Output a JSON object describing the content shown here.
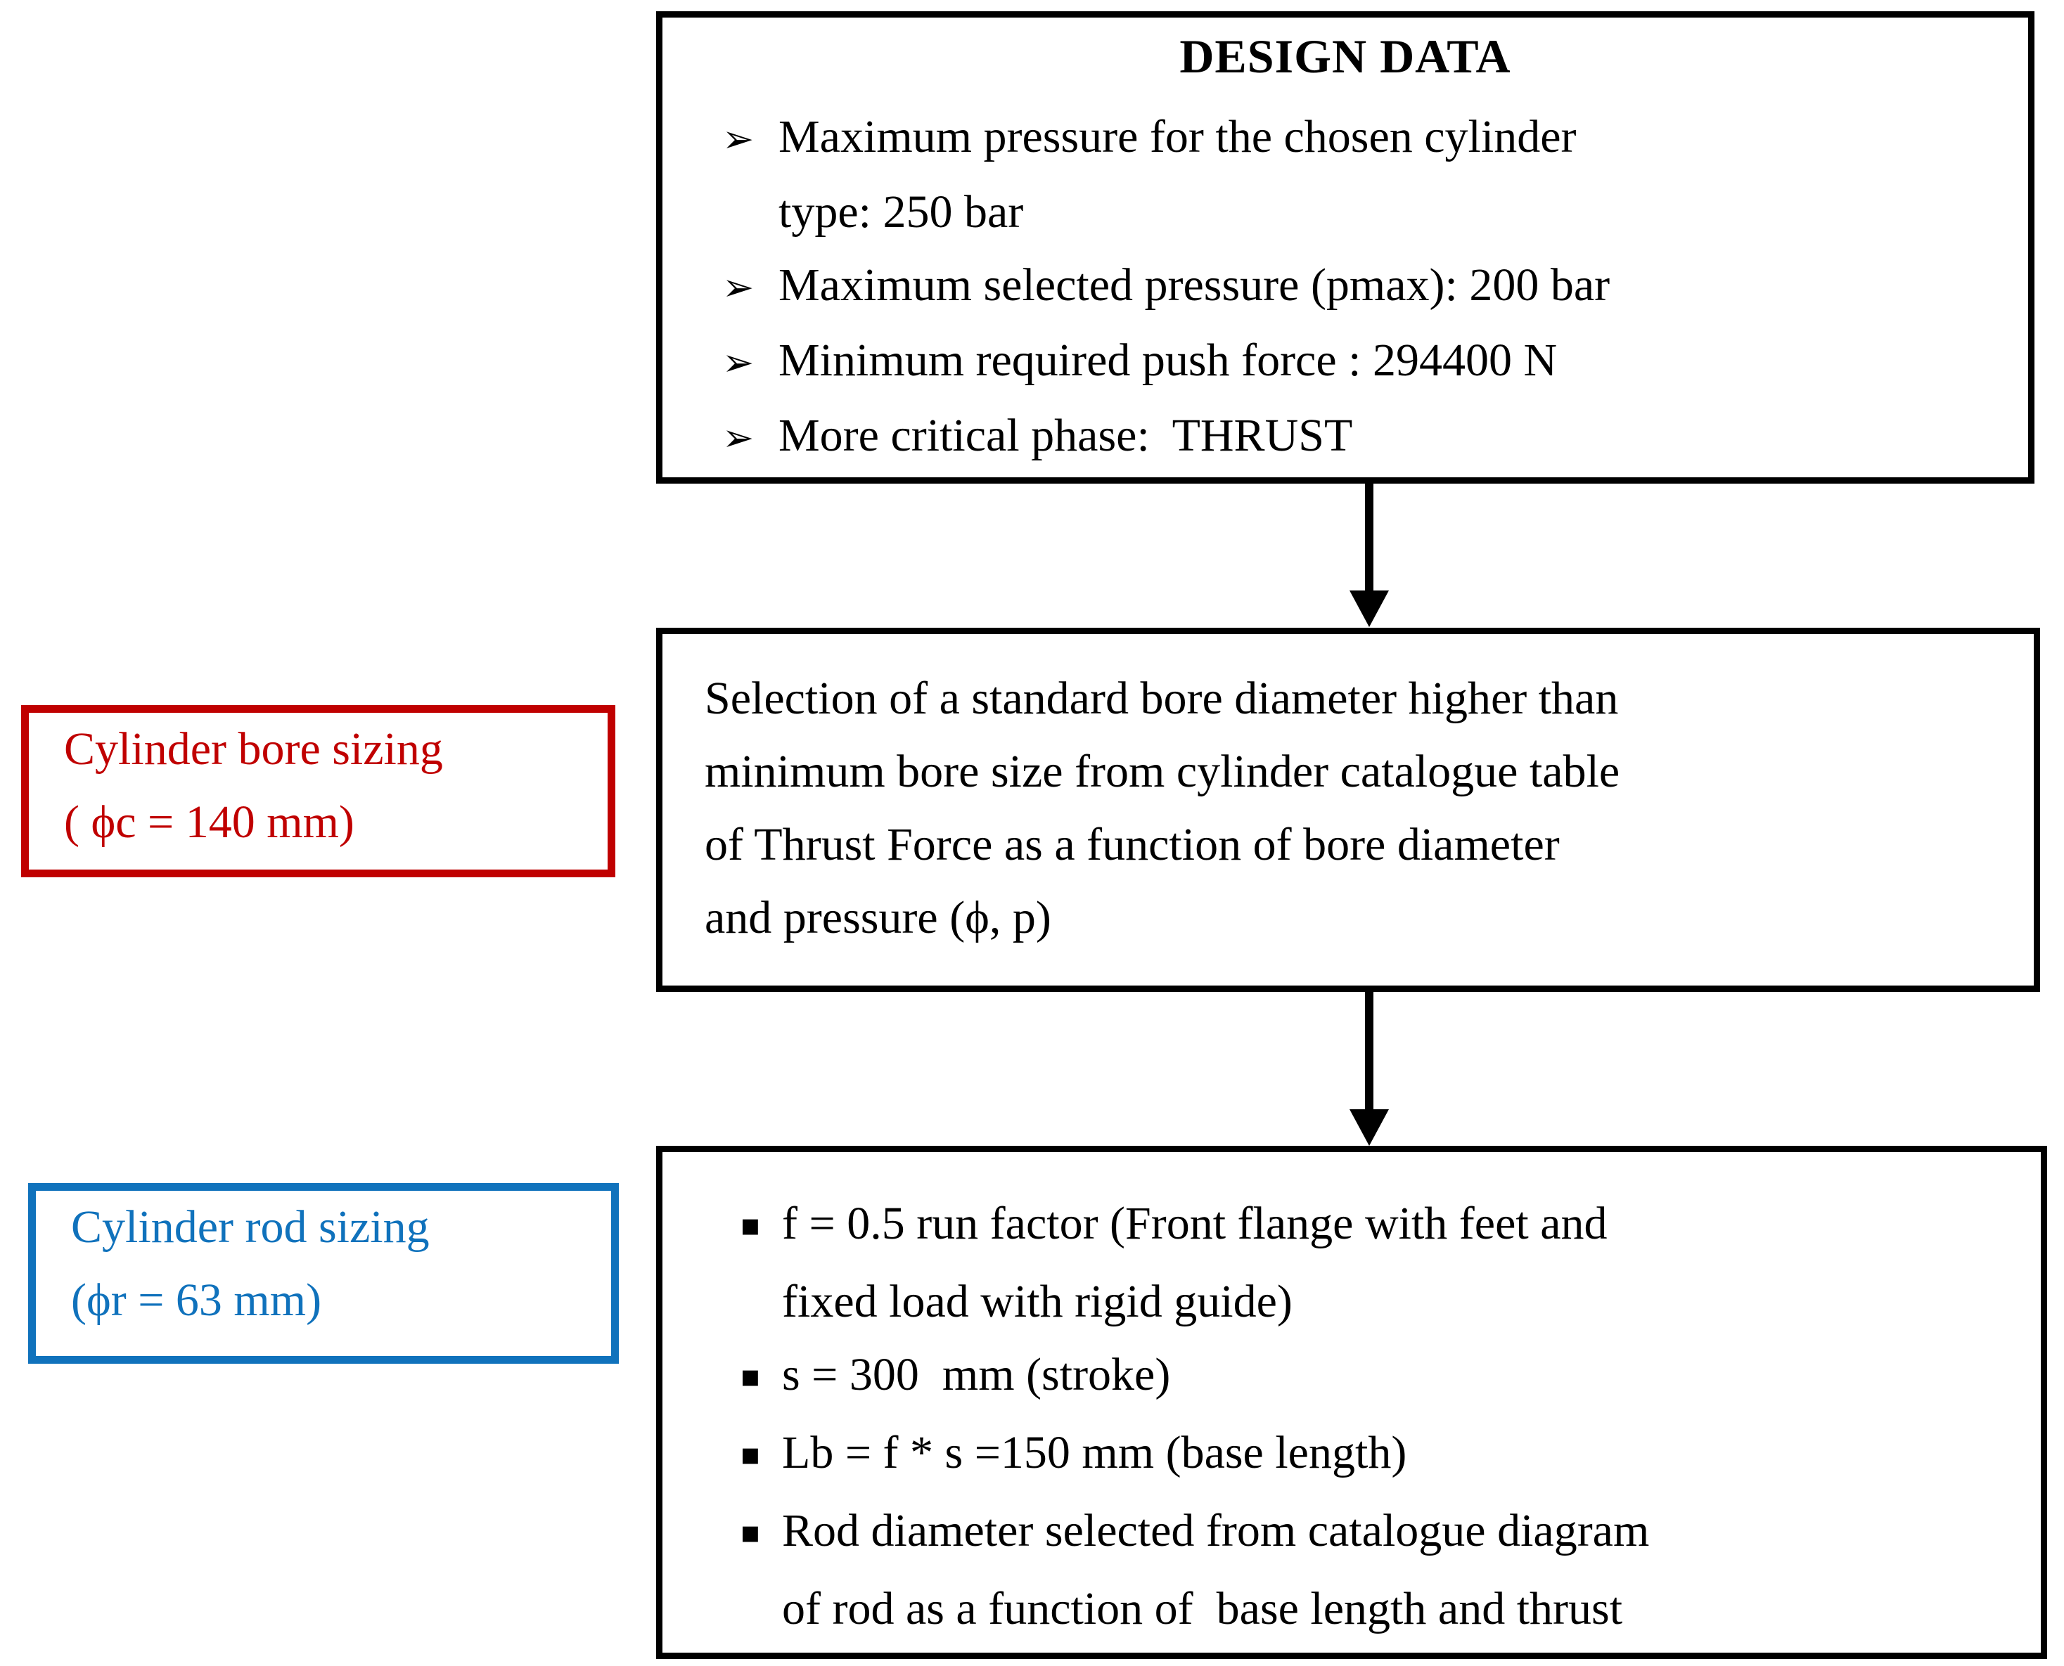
{
  "design_box": {
    "title": "DESIGN DATA",
    "rows": [
      {
        "marker": "➢",
        "text": "Maximum pressure for the chosen cylinder"
      },
      {
        "marker": "",
        "text": "type: 250 bar"
      },
      {
        "marker": "➢",
        "text": "Maximum selected pressure (pmax): 200 bar"
      },
      {
        "marker": "➢",
        "text": "Minimum required push force : 294400 N"
      },
      {
        "marker": "➢",
        "text": "More critical phase:  THRUST"
      }
    ]
  },
  "selection_box": {
    "lines": [
      "Selection of a standard bore diameter higher than",
      "minimum bore size from cylinder catalogue table",
      "of Thrust Force as a function of bore diameter",
      "and pressure (ϕ, p)"
    ]
  },
  "bore_label_box": {
    "line1": "Cylinder bore sizing",
    "line2": "( ϕc = 140 mm)"
  },
  "rod_label_box": {
    "line1": "Cylinder rod sizing",
    "line2": "(ϕr = 63 mm)"
  },
  "rodcalc_box": {
    "rows": [
      {
        "marker": "▪",
        "text": "f = 0.5 run factor (Front flange with feet and"
      },
      {
        "marker": "",
        "text": "fixed load with rigid guide)"
      },
      {
        "marker": "▪",
        "text": "s = 300  mm (stroke)"
      },
      {
        "marker": "▪",
        "text": "Lb = f * s =150 mm (base length)"
      },
      {
        "marker": "▪",
        "text": "Rod diameter selected from catalogue diagram"
      },
      {
        "marker": "",
        "text": "of rod as a function of  base length and thrust"
      }
    ]
  },
  "colors": {
    "box_border": "#000000",
    "bore_accent_red": "#C00000",
    "rod_accent_blue": "#1072BC",
    "background": "#FFFFFF"
  }
}
